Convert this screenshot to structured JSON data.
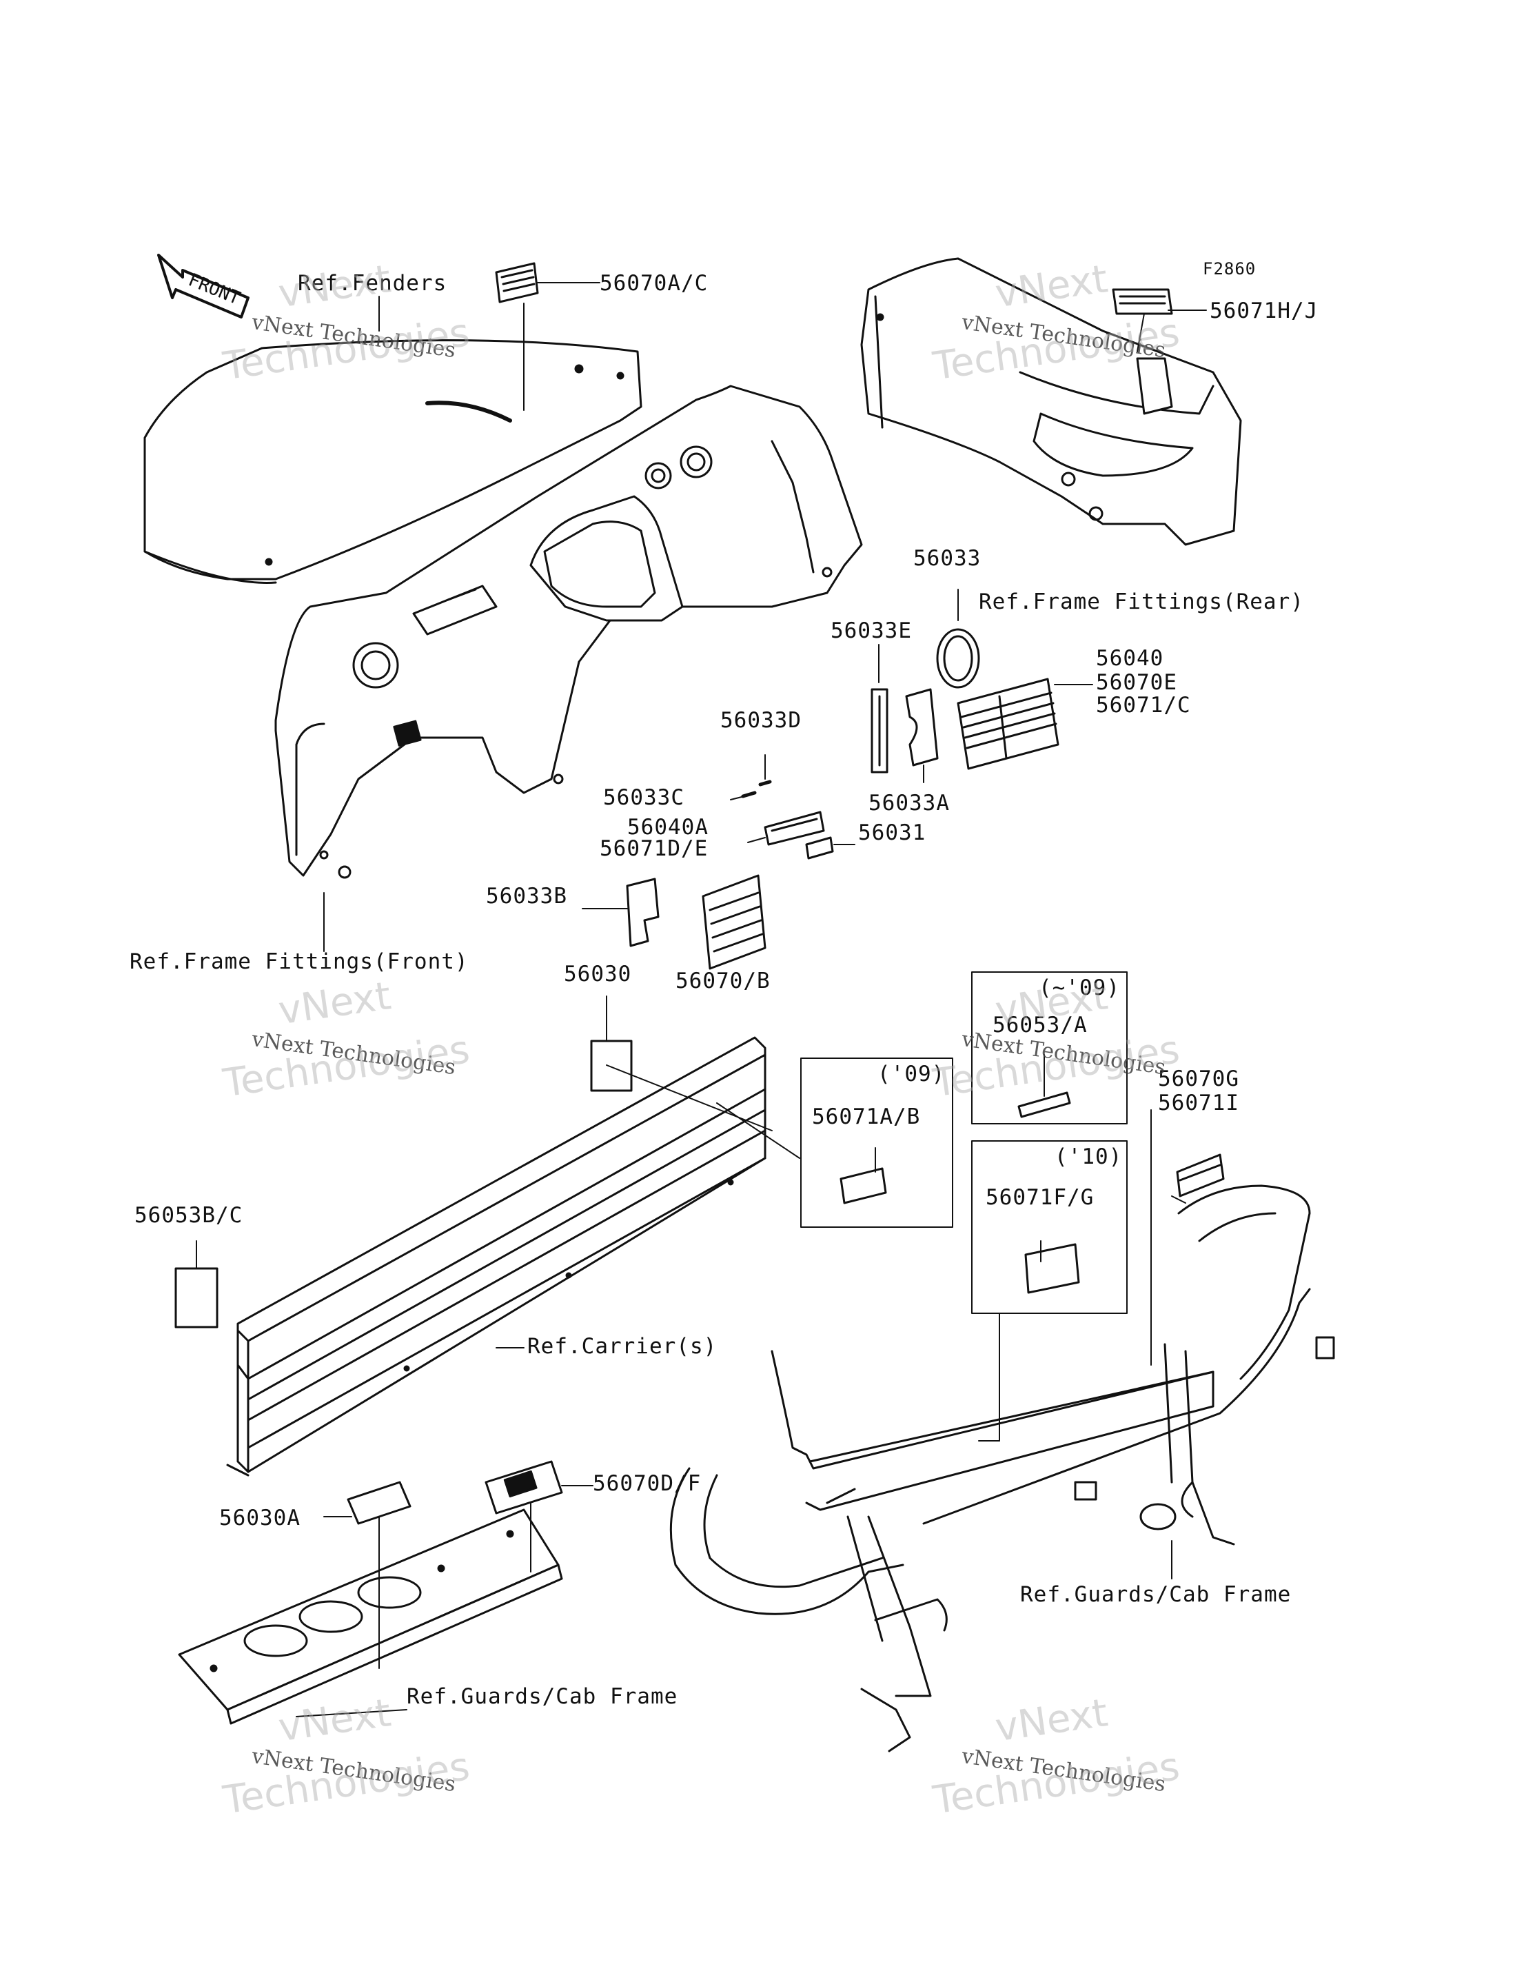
{
  "figure_code": "F2860",
  "front_arrow": "FRONT",
  "parts": {
    "p56070AC": "56070A/C",
    "p56071HJ": "56071H/J",
    "p56033": "56033",
    "p56033E": "56033E",
    "p56040": "56040",
    "p56070E": "56070E",
    "p56071C": "56071/C",
    "p56033D": "56033D",
    "p56033C": "56033C",
    "p56033A": "56033A",
    "p56040A": "56040A",
    "p56071DE": "56071D/E",
    "p56031": "56031",
    "p56033B": "56033B",
    "p56070B": "56070/B",
    "p56030": "56030",
    "p56053A": "56053/A",
    "p56071AB": "56071A/B",
    "p56070G": "56070G",
    "p56071I": "56071I",
    "p56071FG": "56071F/G",
    "p56053BC": "56053B/C",
    "p56070DF": "56070D/F",
    "p56030A": "56030A"
  },
  "refs": {
    "fenders": "Ref.Fenders",
    "frame_rear": "Ref.Frame Fittings(Rear)",
    "frame_front": "Ref.Frame Fittings(Front)",
    "carrier": "Ref.Carrier(s)",
    "guards_right": "Ref.Guards/Cab Frame",
    "guards_left": "Ref.Guards/Cab Frame"
  },
  "year_tags": {
    "upto09": "(~'09)",
    "y09": "('09)",
    "y10": "('10)"
  },
  "watermark": {
    "line1": "vNext",
    "line2": "vNext Technologies",
    "line3": "Technologies"
  }
}
